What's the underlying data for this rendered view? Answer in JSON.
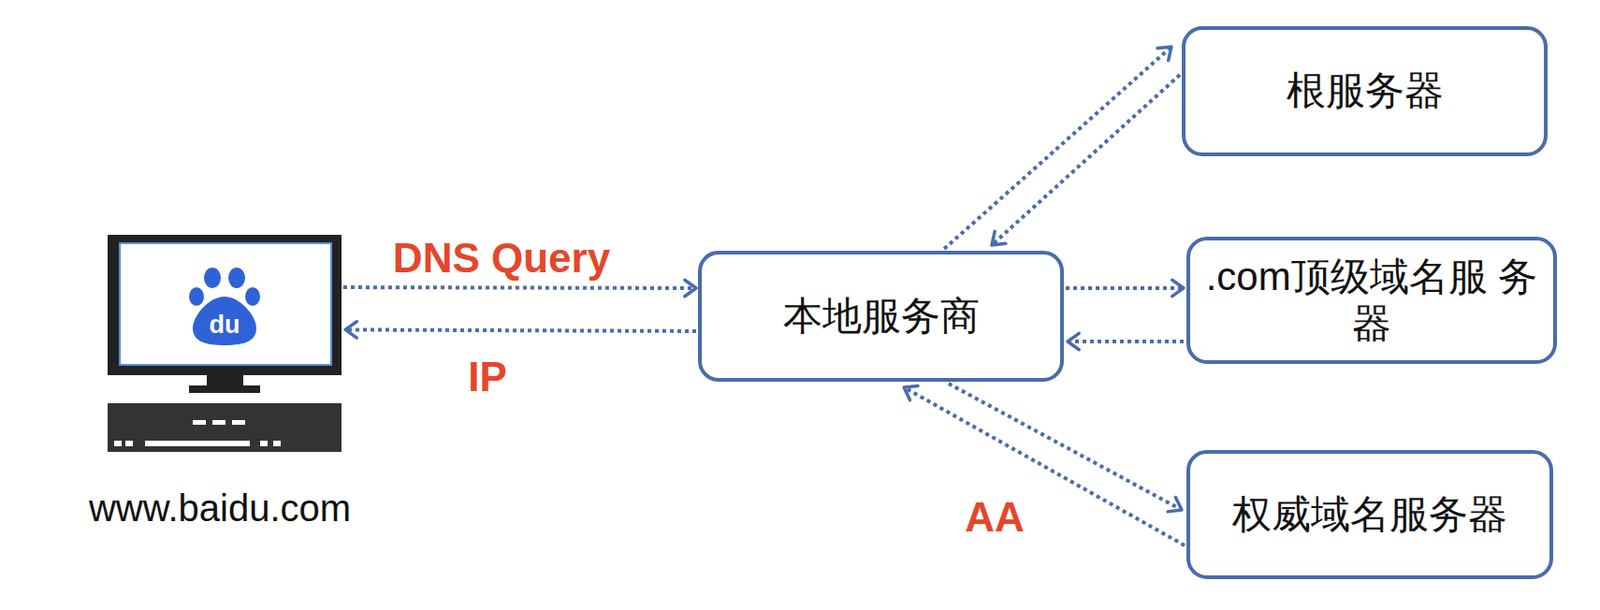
{
  "diagram": {
    "nodes": [
      {
        "text": [
          "www.baidu.com"
        ]
      },
      {
        "text": [
          "本地服务商"
        ]
      },
      {
        "text": [
          "根服务器"
        ]
      },
      {
        "text": [
          ".com顶级域名服 务器"
        ]
      },
      {
        "text": [
          "权威域名服务器"
        ]
      }
    ],
    "edges": [
      {
        "from": 0,
        "to": 1,
        "label": "DNS Query",
        "arrow": "to"
      },
      {
        "from": 1,
        "to": 0,
        "label": "IP",
        "arrow": "to"
      },
      {
        "from": 1,
        "to": 2,
        "arrow": "to"
      },
      {
        "from": 2,
        "to": 1,
        "arrow": "to"
      },
      {
        "from": 1,
        "to": 3,
        "arrow": "to"
      },
      {
        "from": 3,
        "to": 1,
        "arrow": "to"
      },
      {
        "from": 1,
        "to": 4,
        "arrow": "to"
      },
      {
        "from": 4,
        "to": 1,
        "label": "AA",
        "arrow": "to"
      }
    ],
    "labels": [
      "du"
    ]
  }
}
